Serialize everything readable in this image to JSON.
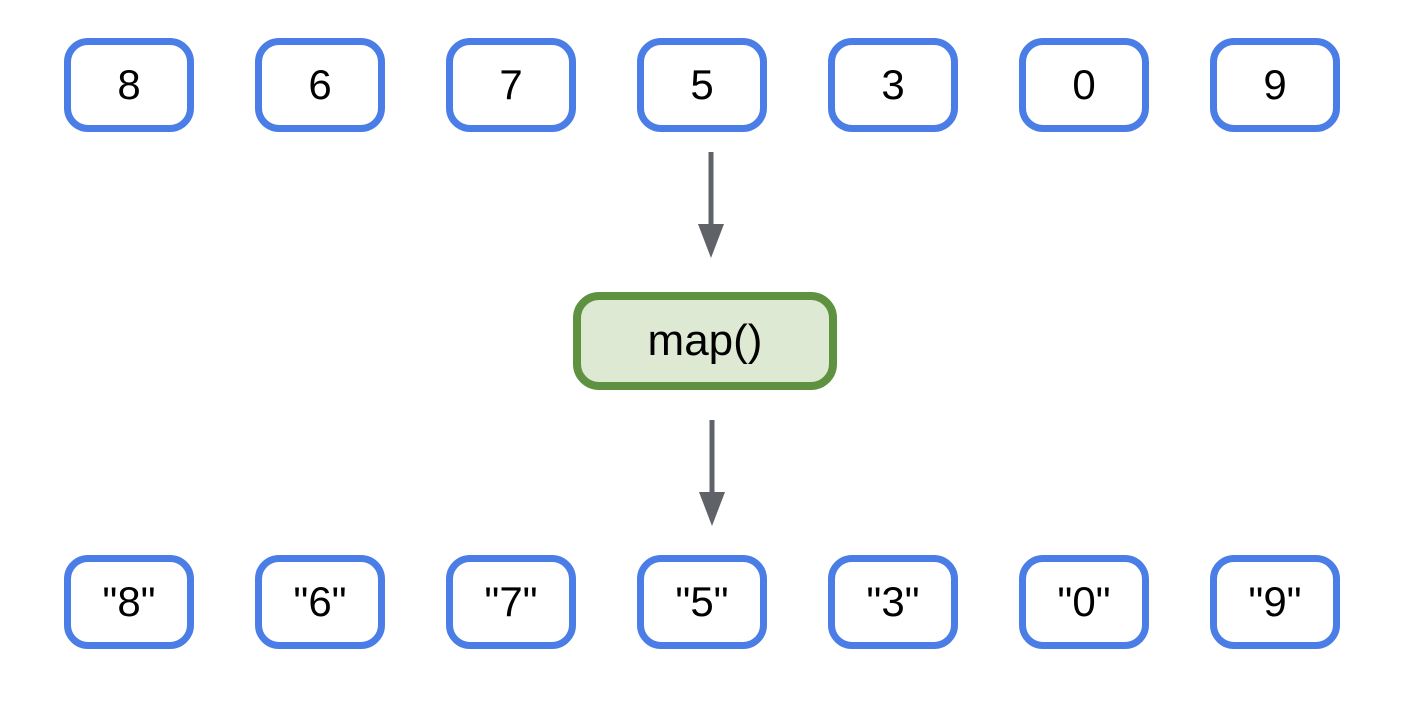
{
  "diagram": {
    "description": "map() transforms a list of numbers into a list of strings",
    "input_row": {
      "items": [
        "8",
        "6",
        "7",
        "5",
        "3",
        "0",
        "9"
      ]
    },
    "function_box": {
      "label": "map()"
    },
    "output_row": {
      "items": [
        "\"8\"",
        "\"6\"",
        "\"7\"",
        "\"5\"",
        "\"3\"",
        "\"0\"",
        "\"9\""
      ]
    }
  },
  "colors": {
    "cell-border": "#4A7DE6",
    "cell-fill": "#FFFFFF",
    "fn-border": "#5E9240",
    "fn-fill": "#DEE9D3",
    "arrow": "#5F6368",
    "text": "#000000",
    "background": "#FFFFFF"
  }
}
